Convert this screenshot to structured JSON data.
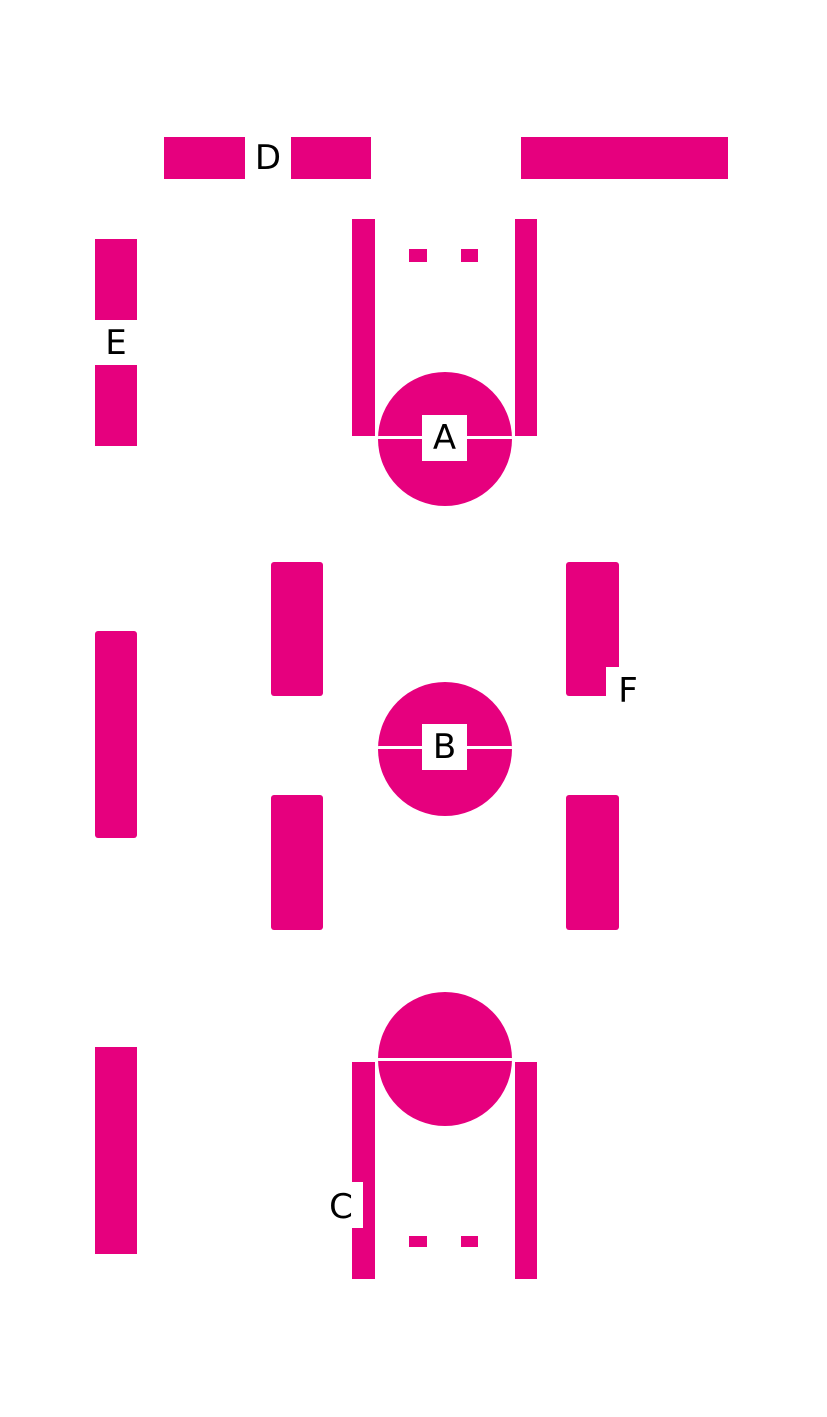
{
  "diagram": {
    "fill_color": "#e6007e",
    "background": "#ffffff",
    "labels": {
      "A": "A",
      "B": "B",
      "C": "C",
      "D": "D",
      "E": "E",
      "F": "F"
    },
    "groups": [
      {
        "name": "top-group",
        "circle_label": "A",
        "circle_split": "horizontal-center"
      },
      {
        "name": "middle-group",
        "circle_label": "B",
        "circle_split": "horizontal-center"
      },
      {
        "name": "bottom-group",
        "circle_label": "",
        "circle_split": "horizontal-lower"
      }
    ]
  }
}
